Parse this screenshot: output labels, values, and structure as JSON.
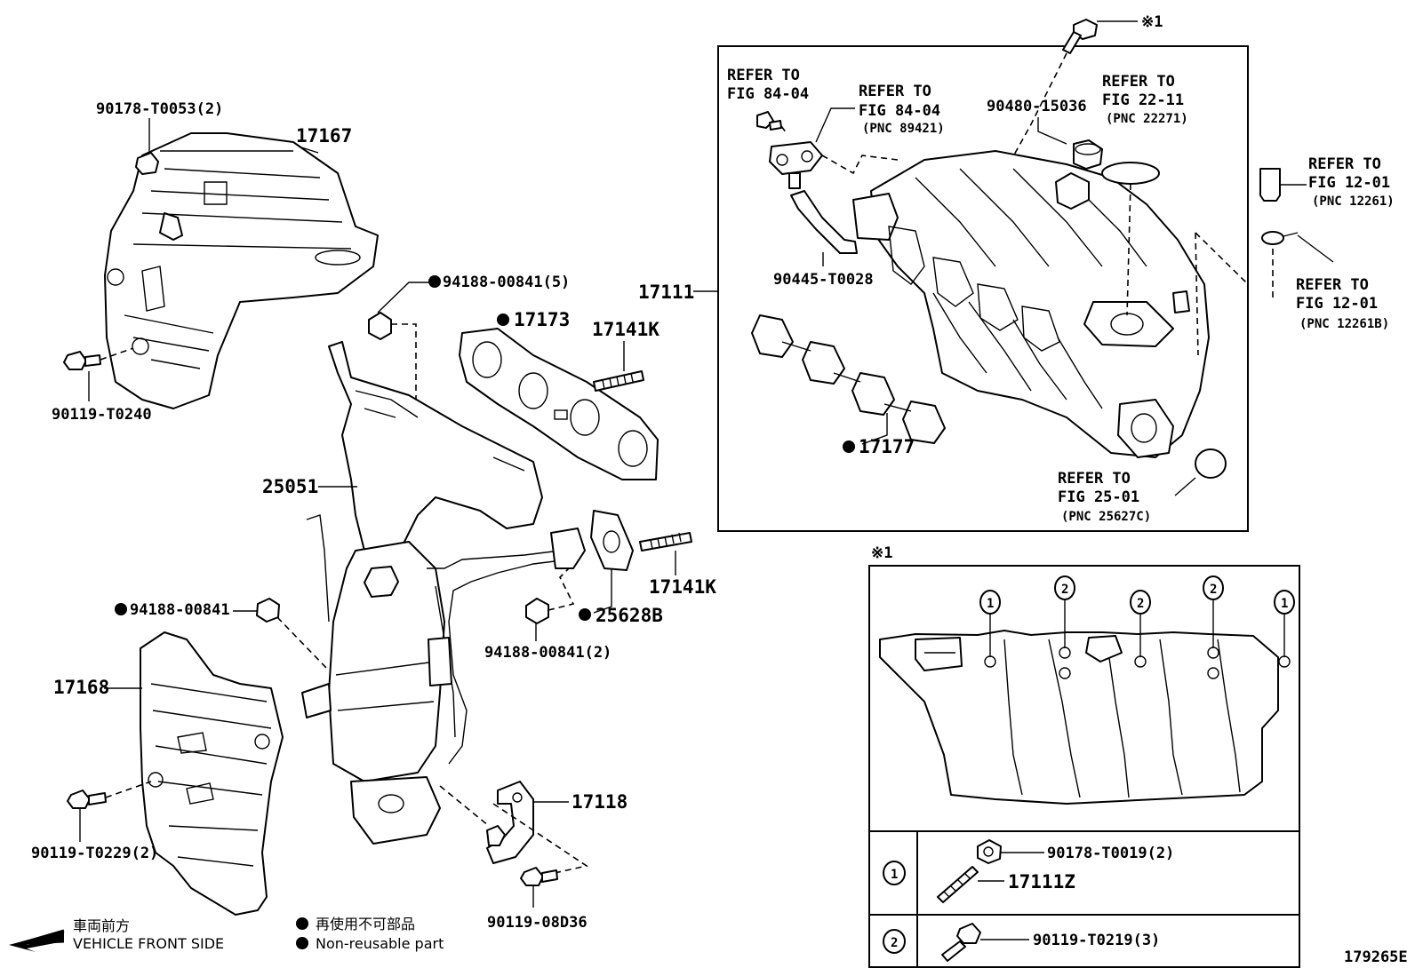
{
  "figure_id": "179265E",
  "legend": {
    "vehicle_front_jp": "車両前方",
    "vehicle_front_en": "VEHICLE FRONT SIDE",
    "nonreusable_jp": "再使用不可部品",
    "nonreusable_en": "Non-reusable part"
  },
  "parts": {
    "p90178_T0053": "90178-T0053(2)",
    "p17167": "17167",
    "p94188_00841_5": "94188-00841(5)",
    "p17173": "17173",
    "p17141K_a": "17141K",
    "p90119_T0240": "90119-T0240",
    "p25051": "25051",
    "p94188_00841": "94188-00841",
    "p17141K_b": "17141K",
    "p25628B": "25628B",
    "p94188_00841_2": "94188-00841(2)",
    "p17168": "17168",
    "p17118": "17118",
    "p90119_T0229": "90119-T0229(2)",
    "p90119_08D36": "90119-08D36",
    "p17111": "17111",
    "p90445_T0028": "90445-T0028",
    "p90480_15036": "90480-15036",
    "p17177": "17177",
    "p17111Z": "17111Z",
    "p90178_T0019": "90178-T0019(2)",
    "p90119_T0219": "90119-T0219(3)"
  },
  "refs": {
    "refer_to": "REFER TO",
    "fig_84_04": "FIG 84-04",
    "pnc_89421": "(PNC 89421)",
    "fig_22_11": "FIG 22-11",
    "pnc_22271": "(PNC 22271)",
    "fig_12_01": "FIG 12-01",
    "pnc_12261": "(PNC 12261)",
    "pnc_12261B": "(PNC 12261B)",
    "fig_25_01": "FIG 25-01",
    "pnc_25627C": "(PNC 25627C)"
  },
  "note_mark": "※1",
  "callouts": {
    "one": "1",
    "two": "2"
  }
}
